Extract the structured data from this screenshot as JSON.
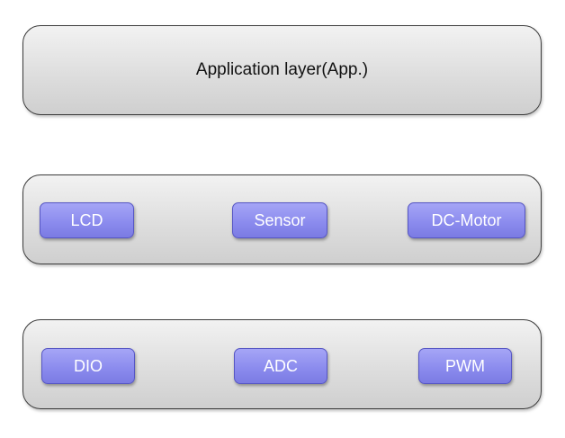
{
  "layers": [
    {
      "title": "Application layer(App.)",
      "modules": []
    },
    {
      "title": "",
      "modules": [
        "LCD",
        "Sensor",
        "DC-Motor"
      ]
    },
    {
      "title": "",
      "modules": [
        "DIO",
        "ADC",
        "PWM"
      ]
    }
  ],
  "colors": {
    "layer_fill": "#dcdcdc",
    "layer_border": "#3c3c3c",
    "module_fill": "#8c8cee",
    "module_text": "#ffffff"
  }
}
